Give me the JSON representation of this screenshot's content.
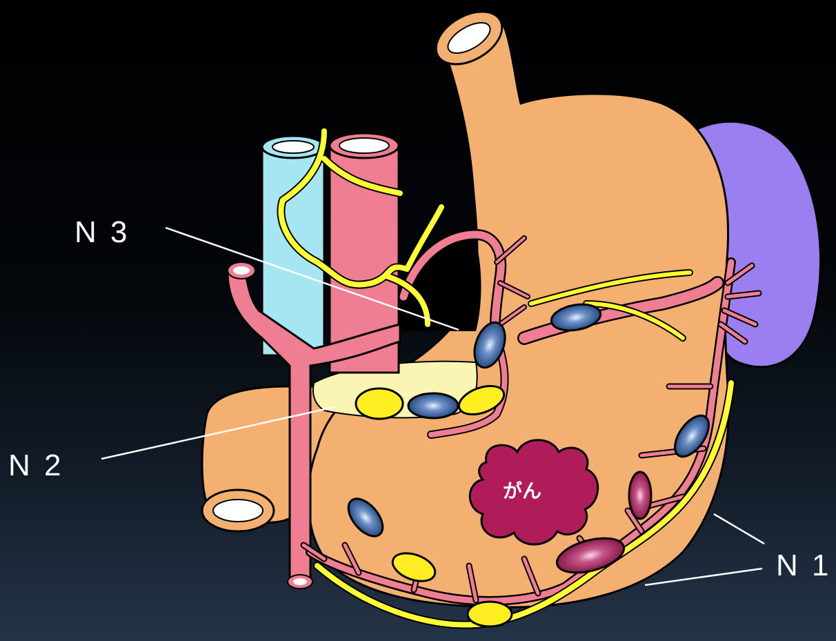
{
  "labels": {
    "n3": "N 3",
    "n2": "N 2",
    "n1": "N 1",
    "cancer": "がん"
  },
  "colors": {
    "stomach": "#f4b070",
    "artery": "#ef7e92",
    "vein": "#a6e6f2",
    "nerve_fat": "#ffff33",
    "spleen": "#9b7ef0",
    "pancreas": "#fbf5b4",
    "node_n1": "#8c1446",
    "node_n2": "#1f4f8a",
    "node_n3_fat": "#ffee22",
    "cancer": "#b01c5a"
  }
}
